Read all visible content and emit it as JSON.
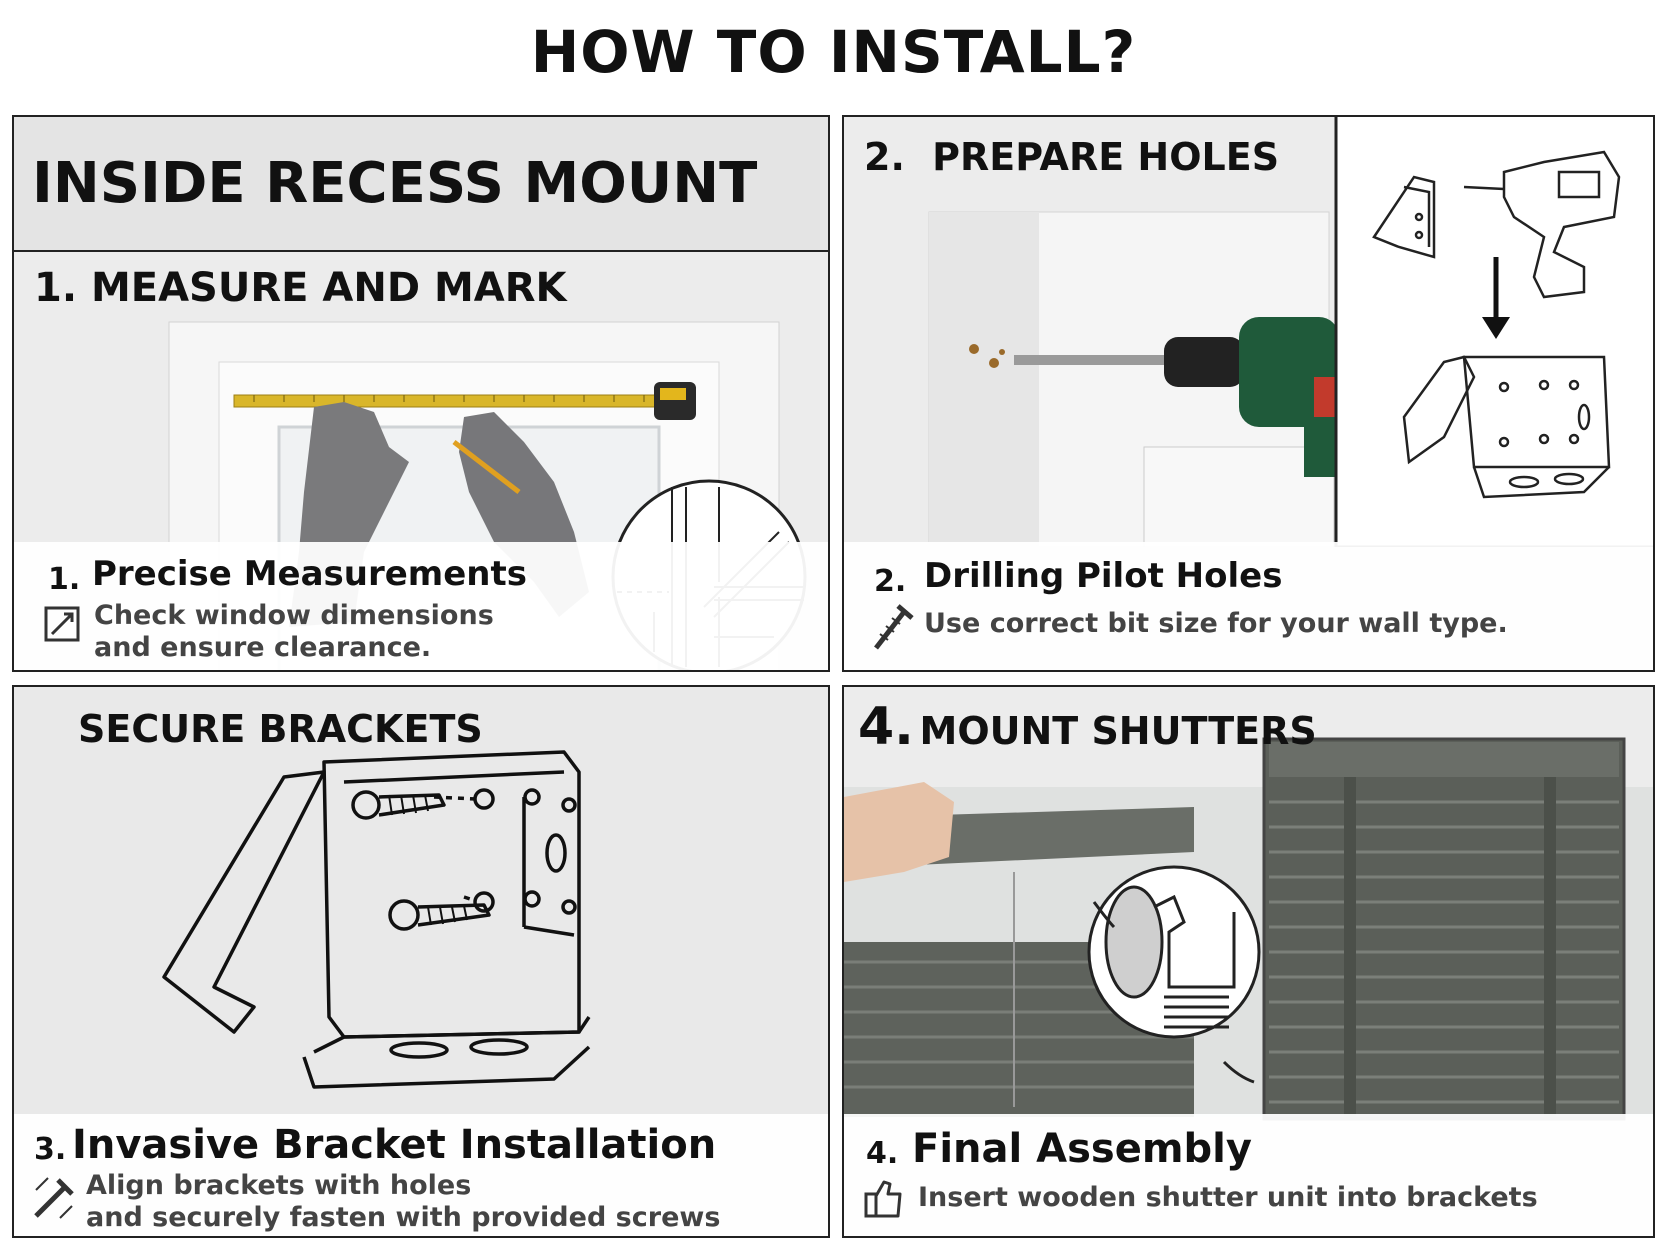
{
  "title": "HOW TO INSTALL?",
  "panel1": {
    "header": "INSIDE RECESS MOUNT",
    "step_number": "1.",
    "step_title": "MEASURE AND MARK",
    "caption_number": "1.",
    "caption_title": "Precise Measurements",
    "caption_line1": "Check window dimensions",
    "caption_line2": "and ensure clearance."
  },
  "panel2": {
    "step_number": "2.",
    "step_title": "PREPARE HOLES",
    "caption_number": "2.",
    "caption_title": "Drilling Pilot Holes",
    "caption_line1": "Use correct bit size for your wall type."
  },
  "panel3": {
    "step_title": "SECURE BRACKETS",
    "caption_number": "3.",
    "caption_title": "Invasive Bracket Installation",
    "caption_line1": "Align brackets with holes",
    "caption_line2": "and securely fasten with provided screws"
  },
  "panel4": {
    "step_number": "4.",
    "step_title": "MOUNT SHUTTERS",
    "caption_number": "4.",
    "caption_title": "Final Assembly",
    "caption_line1": "Insert wooden shutter unit into brackets"
  },
  "icons": [
    "measure-icon",
    "screw-icon",
    "screws-icon",
    "thumbs-up-icon"
  ],
  "colors": {
    "border": "#222222",
    "panel_bg": "#e9e9e9",
    "tape": "#d9b62a",
    "drill_green": "#1f5a3a",
    "blind": "#5e625c"
  }
}
